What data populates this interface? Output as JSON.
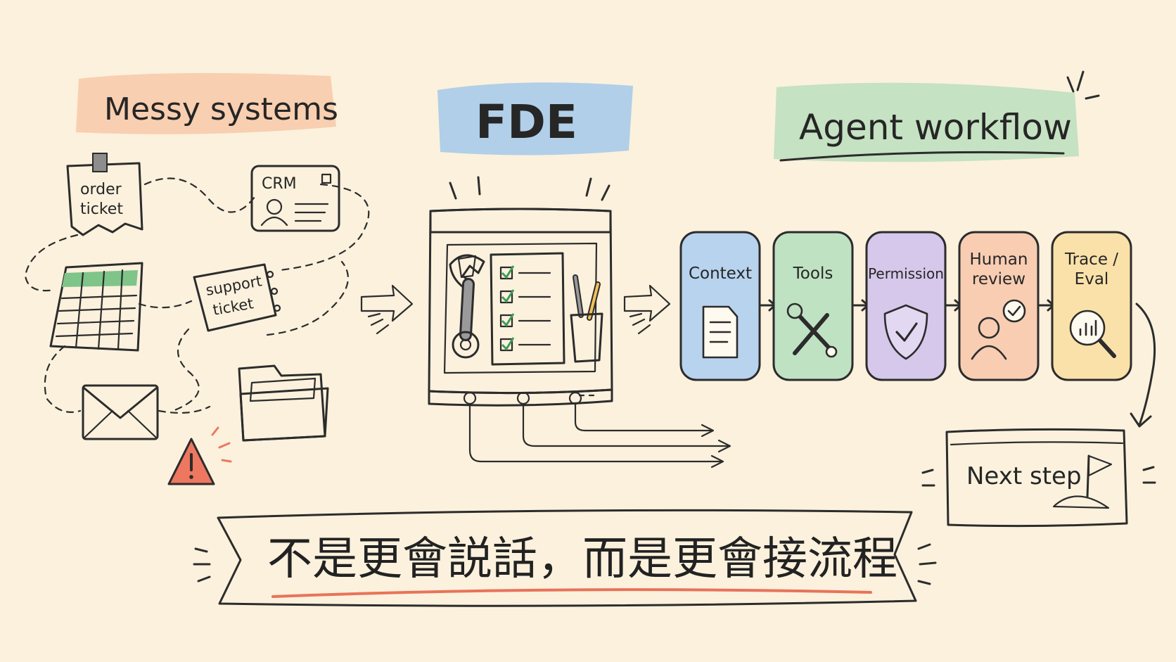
{
  "sections": {
    "messy": {
      "title": "Messy systems",
      "color": "#f7c9a8"
    },
    "fde": {
      "title": "FDE",
      "color": "#a9cbe9"
    },
    "agent": {
      "title": "Agent workflow",
      "color": "#bfe0bf"
    }
  },
  "messy_items": {
    "order_ticket": [
      "order",
      "ticket"
    ],
    "crm": "CRM",
    "support_ticket": [
      "support",
      "ticket"
    ]
  },
  "workflow_steps": [
    {
      "label": [
        "Context"
      ],
      "icon": "document-icon",
      "color": "#b8d3ee"
    },
    {
      "label": [
        "Tools"
      ],
      "icon": "tools-icon",
      "color": "#bfe2c3"
    },
    {
      "label": [
        "Permission"
      ],
      "icon": "shield-check-icon",
      "color": "#d6c8ea"
    },
    {
      "label": [
        "Human",
        "review"
      ],
      "icon": "person-review-icon",
      "color": "#f8cdb2"
    },
    {
      "label": [
        "Trace /",
        "Eval"
      ],
      "icon": "magnifier-chart-icon",
      "color": "#fae1a9"
    }
  ],
  "next_step": {
    "label": "Next step"
  },
  "banner": {
    "text": "不是更會説話，而是更會接流程",
    "color": "#fbe3a8",
    "underline_color": "#e8735a"
  },
  "accent": {
    "ink": "#2c2c2c",
    "alert": "#ee7760",
    "green": "#5fae6a",
    "purple": "#a98ad6",
    "blue": "#6f9fd6"
  }
}
